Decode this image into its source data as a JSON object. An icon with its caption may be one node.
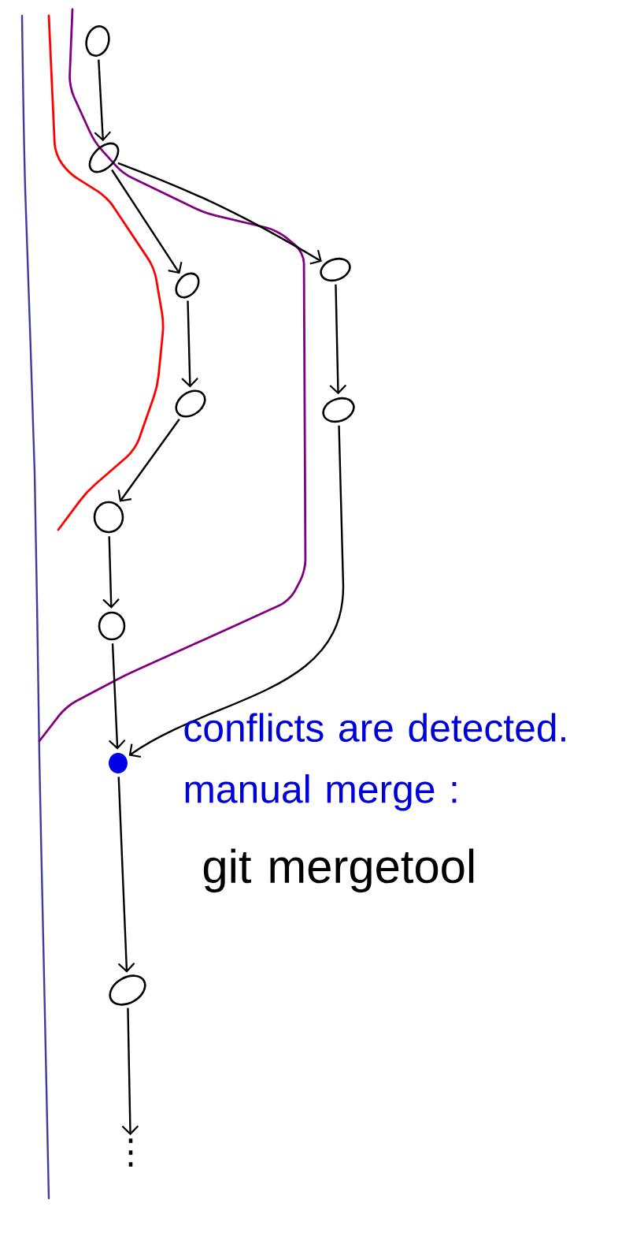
{
  "diagram": {
    "nodes": [
      {
        "text": [],
        "shape": "circle"
      },
      {
        "text": [],
        "shape": "circle"
      },
      {
        "text": [],
        "shape": "circle"
      },
      {
        "text": [],
        "shape": "circle"
      },
      {
        "text": [],
        "shape": "circle"
      },
      {
        "text": [],
        "shape": "circle"
      },
      {
        "text": [],
        "shape": "circle"
      },
      {
        "text": [],
        "shape": "circle"
      },
      {
        "text": [],
        "shape": "dot",
        "beside": [
          "conflicts are detected. manual merge :",
          "git mergetool"
        ]
      },
      {
        "text": [],
        "shape": "circle"
      },
      {
        "text": [
          "⋮"
        ]
      }
    ],
    "edges": [
      {
        "from": 0,
        "to": 1,
        "arrow": "to"
      },
      {
        "from": 1,
        "to": 2,
        "arrow": "to"
      },
      {
        "from": 1,
        "to": 4,
        "arrow": "to"
      },
      {
        "from": 2,
        "to": 3,
        "arrow": "to"
      },
      {
        "from": 4,
        "to": 5,
        "arrow": "to"
      },
      {
        "from": 3,
        "to": 6,
        "arrow": "to"
      },
      {
        "from": 6,
        "to": 7,
        "arrow": "to"
      },
      {
        "from": 7,
        "to": 8,
        "arrow": "to"
      },
      {
        "from": 5,
        "to": 8,
        "arrow": "to"
      },
      {
        "from": 8,
        "to": 9,
        "arrow": "to"
      },
      {
        "from": 9,
        "to": 10,
        "arrow": "to"
      }
    ]
  }
}
